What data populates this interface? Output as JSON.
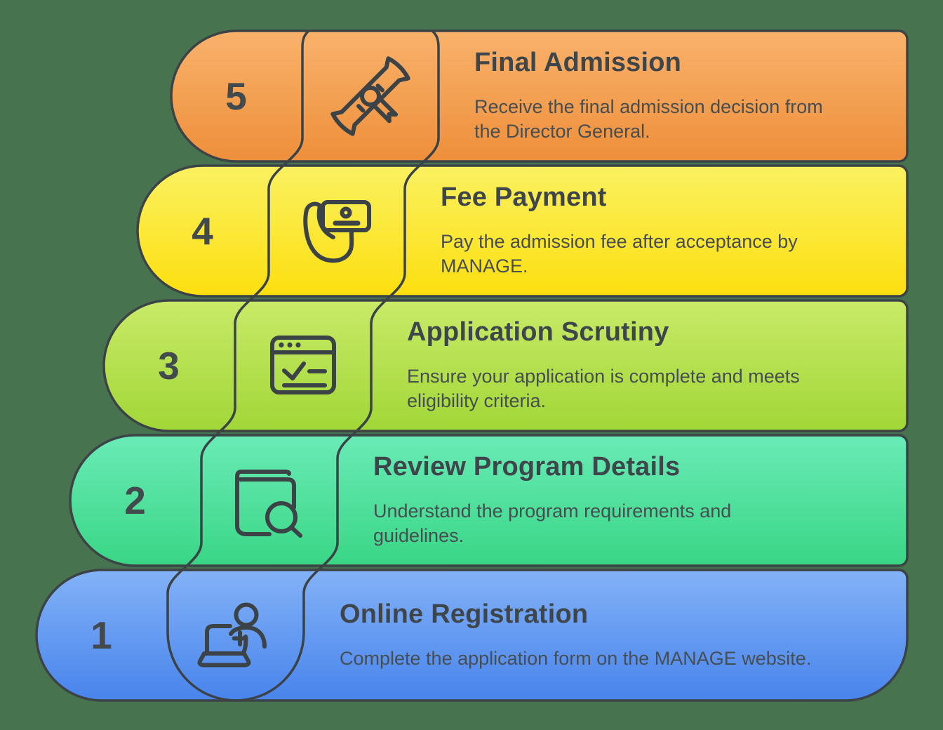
{
  "background_color": "#48734F",
  "stroke_color": "#3C4347",
  "title_color": "#3E464B",
  "description_color": "#474E52",
  "steps": [
    {
      "number": "5",
      "title": "Final Admission",
      "description": "Receive the final admission decision from\nthe Director General.",
      "icon": "diploma-icon",
      "color_top": "#F9B26B",
      "color_bottom": "#EE8F3B"
    },
    {
      "number": "4",
      "title": "Fee Payment",
      "description": "Pay the admission fee after acceptance by\nMANAGE.",
      "icon": "hand-payment-card-icon",
      "color_top": "#FAF161",
      "color_bottom": "#FDDF0F"
    },
    {
      "number": "3",
      "title": "Application Scrutiny",
      "description": "Ensure your application is complete and meets\neligibility criteria.",
      "icon": "application-checklist-icon",
      "color_top": "#C9EA68",
      "color_bottom": "#A1D737"
    },
    {
      "number": "2",
      "title": "Review Program Details",
      "description": "Understand the program requirements and\nguidelines.",
      "icon": "book-search-icon",
      "color_top": "#6AEBB6",
      "color_bottom": "#39D685"
    },
    {
      "number": "1",
      "title": "Online Registration",
      "description": "Complete the application form on the MANAGE website.",
      "icon": "person-laptop-registration-icon",
      "color_top": "#83B2F7",
      "color_bottom": "#4884EC"
    }
  ]
}
